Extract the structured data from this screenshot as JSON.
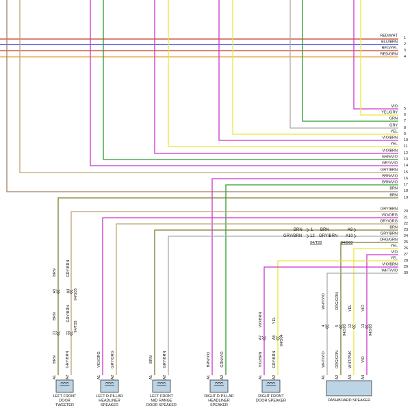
{
  "colors": {
    "RED": "#c0392b",
    "BLU": "#2233cc",
    "YEL": "#e8e83a",
    "GRN": "#2a9a2a",
    "GRY": "#aaaaaa",
    "VIO": "#cc33cc",
    "BRN": "#a08060",
    "ORG": "#ee9933",
    "WHT": "#dddddd",
    "OLV": "#7a7a30",
    "TAN": "#c0a070"
  },
  "wires": [
    {
      "label": "RED/WHT",
      "num": "1"
    },
    {
      "label": "BLU/BRN",
      "num": "2"
    },
    {
      "label": "RED/YEL",
      "num": "3"
    },
    {
      "label": "RED/GRN",
      "num": "4"
    },
    {
      "label": "VIO",
      "num": "5"
    },
    {
      "label": "YEL/GRY",
      "num": "6"
    },
    {
      "label": "GRN",
      "num": "7"
    },
    {
      "label": "GRY",
      "num": "8"
    },
    {
      "label": "YEL",
      "num": "9"
    },
    {
      "label": "VIO/BRN",
      "num": "10"
    },
    {
      "label": "YEL",
      "num": "11"
    },
    {
      "label": "VIO/BRN",
      "num": "12"
    },
    {
      "label": "GRN/VIO",
      "num": "13"
    },
    {
      "label": "GRY/VIO",
      "num": "14"
    },
    {
      "label": "GRY/BRN",
      "num": "15"
    },
    {
      "label": "BRN/VIO",
      "num": "16"
    },
    {
      "label": "GRN/VIO",
      "num": "17"
    },
    {
      "label": "BRN",
      "num": "18"
    },
    {
      "label": "BRN",
      "num": "19"
    },
    {
      "label": "GRY/BRN",
      "num": "20"
    },
    {
      "label": "VIO/ORG",
      "num": "21"
    },
    {
      "label": "GRY/ORG",
      "num": "22"
    },
    {
      "label": "BRN",
      "num": "23"
    },
    {
      "label": "GRY/BRN",
      "num": "24"
    },
    {
      "label": "ORG/GRN",
      "num": "25"
    },
    {
      "label": "YEL",
      "num": "26"
    },
    {
      "label": "VIO",
      "num": "27"
    },
    {
      "label": "YEL",
      "num": "28"
    },
    {
      "label": "VIO/BRN",
      "num": "29"
    },
    {
      "label": "WHT/VIO",
      "num": "30"
    }
  ],
  "inline": {
    "c1_pin": "1",
    "c1_a": "BRN",
    "c1_b": "BRN",
    "c2_pin": "12",
    "c2_a": "GRY/BRN",
    "c2_b": "GRY/BRN",
    "c1_r": "A9",
    "c2_r": "A10",
    "conn_a": "94/T28",
    "conn_b": "94/S03"
  },
  "vertical_labels": {
    "lf_brn": "BRN",
    "lf_grybrn": "GRY/BRN",
    "lf_a5": "A5",
    "lf_a4": "A4",
    "lf_c1": "94/S03",
    "lf_21": "21",
    "lf_22": "22",
    "lf_c2": "94/T28",
    "lf_brn2": "BRN",
    "lf_grybrn2": "GRY/BRN",
    "rf_a7": "A7",
    "rf_a8": "A8",
    "rf_vio": "VIO/BRN",
    "rf_yel": "YEL",
    "rf_c": "94/S04",
    "db_4": "4",
    "db_5": "5",
    "db_12": "12",
    "db_13": "13",
    "db_whtvio": "WHT/VIO",
    "db_orggrn": "ORG/GRN",
    "db_yel": "YEL",
    "db_vio": "VIO",
    "db_c1": "94/S03",
    "db_c2": "94/S03"
  },
  "speakers": [
    {
      "title": [
        "LEFT FRONT",
        "DOOR",
        "TWEETER"
      ],
      "w1": "BRN",
      "w2": "GRY/BRN",
      "p1": "A1",
      "p2": "A2"
    },
    {
      "title": [
        "LEFT D-PILLAR",
        "HEADLINER",
        "SPEAKER"
      ],
      "w1": "VIO/ORG",
      "w2": "GRY/ORG",
      "p1": "A1",
      "p2": "A2"
    },
    {
      "title": [
        "LEFT FRONT",
        "MID RANGE",
        "DOOR SPEAKER"
      ],
      "w1": "BRN",
      "w2": "GRY/BRN",
      "p1": "A1",
      "p2": "A2"
    },
    {
      "title": [
        "RIGHT D-PILLAR",
        "HEADLINER",
        "SPEAKER"
      ],
      "w1": "BRN/VIO",
      "w2": "GRN/VIO",
      "p1": "A1",
      "p2": "A2"
    },
    {
      "title": [
        "RIGHT FRONT",
        "DOOR SPEAKER"
      ],
      "w1": "VIO/BRN",
      "w2": "GRY/BRN",
      "p1": "A1",
      "p2": "A2"
    }
  ],
  "dashboard": {
    "title": "DASHBOARD SPEAKER",
    "w": [
      "WHT/VIO",
      "ORG/GRN",
      "WHT/PNK",
      "VIO"
    ],
    "p": [
      "A1",
      "A2",
      "A3",
      "A4"
    ]
  }
}
